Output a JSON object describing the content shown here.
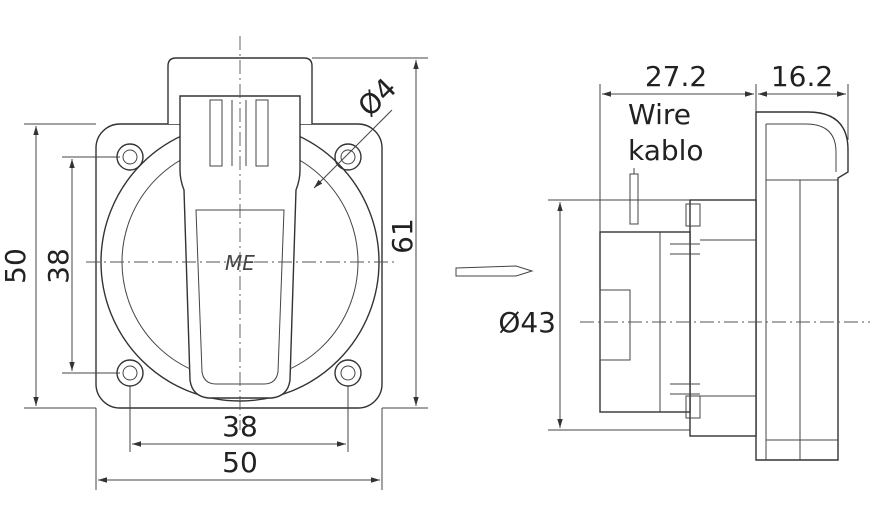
{
  "front_view": {
    "dimensions": {
      "height_outer": "50",
      "height_holes": "38",
      "width_holes": "38",
      "width_outer": "50",
      "total_height": "61",
      "hole_diameter": "Ø4"
    },
    "logo": "ME"
  },
  "side_view": {
    "dimensions": {
      "depth_body": "27.2",
      "depth_flange": "16.2",
      "body_diameter": "Ø43"
    },
    "wire_label": "Wire",
    "wire_label_tr": "kablo"
  }
}
